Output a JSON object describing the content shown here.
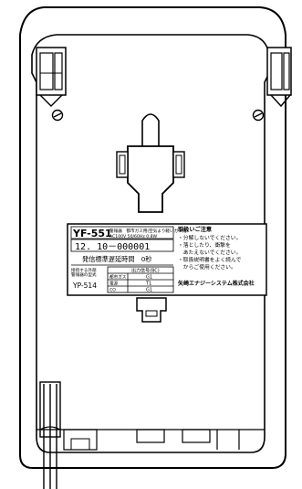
{
  "label": {
    "model": "YF-551",
    "spec_line1": "警報器　都市ガス用(空気より軽いガス用)",
    "spec_line2": "AC100V 50/60Hz 0.8W",
    "serial": "12. 10－000001",
    "delay_text": "発信標準遅延時間　0秒",
    "connect_text_line1": "接続する外部",
    "connect_text_line2": "警報器の型式",
    "connect_model": "YP-514",
    "table_header": "出力信号(BC)",
    "table_rows": [
      {
        "name": "都市ガス",
        "value": "G1"
      },
      {
        "name": "電源",
        "value": "T1"
      },
      {
        "name": "CO",
        "value": "G1"
      }
    ],
    "caution_title": "取扱いご注意",
    "caution_lines": [
      "・分解しないでください。",
      "・落としたり、衝撃を",
      "　あたえないでください。",
      "・取扱説明書をよく読んで",
      "　からご使用ください。"
    ],
    "maker": "矢崎エナジーシステム株式会社"
  }
}
